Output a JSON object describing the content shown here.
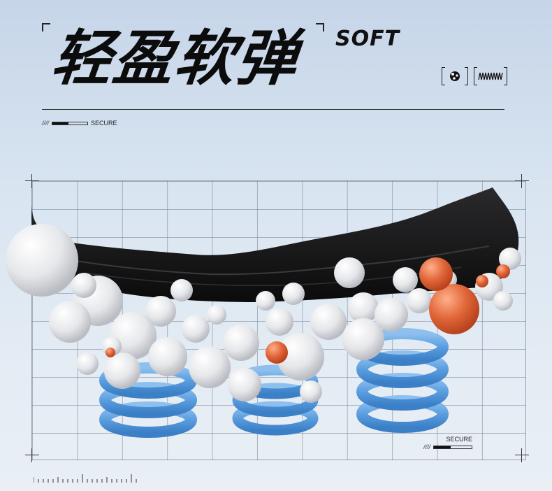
{
  "header": {
    "title": "轻盈软弹",
    "subtitle": "SOFT",
    "secure_label": "SECURE",
    "icons": [
      "cushion-ball-icon",
      "spring-icon"
    ]
  },
  "illustration": {
    "secure_label": "SECURE",
    "description_elements": [
      "shoe-sole",
      "foam-balls",
      "blue-springs",
      "grid-background"
    ]
  },
  "colors": {
    "background": "#d4e1ee",
    "sole": "#151515",
    "spring": "#5b9ee0",
    "ball_white": "#e8e8ea",
    "ball_orange": "#e0683c",
    "text": "#0c0c0c"
  }
}
